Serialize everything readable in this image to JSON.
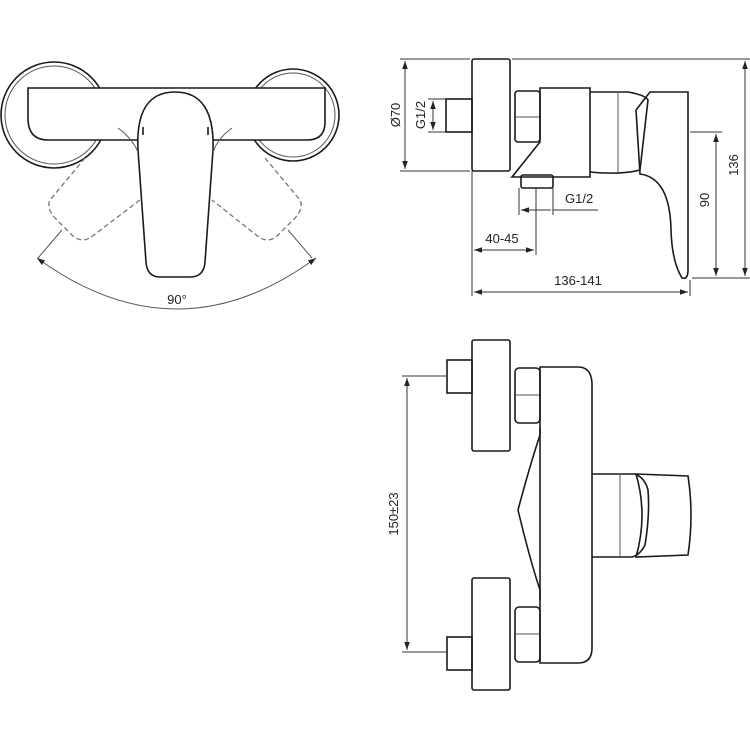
{
  "top_view": {
    "angle_label": "90°"
  },
  "side_view": {
    "dim_flange_diameter": "Ø70",
    "dim_inlet_thread": "G1/2",
    "dim_outlet_thread": "G1/2",
    "dim_total_height": "136",
    "dim_lever_height": "90",
    "dim_inlet_offset": "40-45",
    "dim_depth": "136-141"
  },
  "front_view": {
    "dim_center_distance": "150±23"
  }
}
